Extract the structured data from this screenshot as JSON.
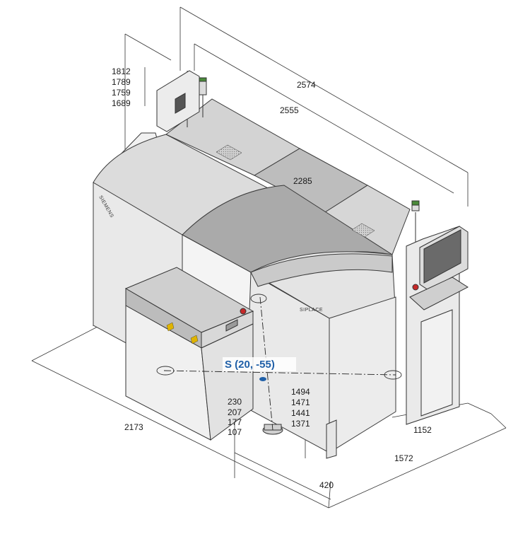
{
  "brand": {
    "manufacturer": "SIEMENS",
    "model": "SIPLACE"
  },
  "dimensions": {
    "overall_length": "2574",
    "frame_length": "2555",
    "hood_length": "2285",
    "depth": "2173",
    "width_1": "1152",
    "width_2": "1572",
    "offset": "420",
    "heights_top": [
      "1812",
      "1789",
      "1759",
      "1689"
    ],
    "heights_transport": [
      "1494",
      "1471",
      "1441",
      "1371"
    ],
    "heights_base": [
      "230",
      "207",
      "177",
      "107"
    ]
  },
  "reference_point": {
    "label": "S (20, -55)",
    "color": "#2060a8"
  }
}
